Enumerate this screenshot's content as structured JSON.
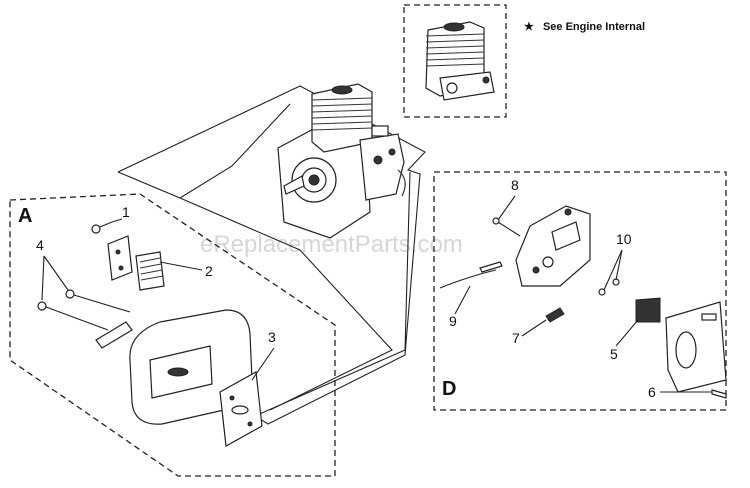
{
  "note": {
    "star": "★",
    "text": "See Engine Internal"
  },
  "watermark": "eReplacementParts.com",
  "groups": {
    "a": "A",
    "d": "D"
  },
  "callouts": {
    "c1": "1",
    "c2": "2",
    "c3": "3",
    "c4": "4",
    "c5": "5",
    "c6": "6",
    "c7": "7",
    "c8": "8",
    "c9": "9",
    "c10": "10"
  }
}
